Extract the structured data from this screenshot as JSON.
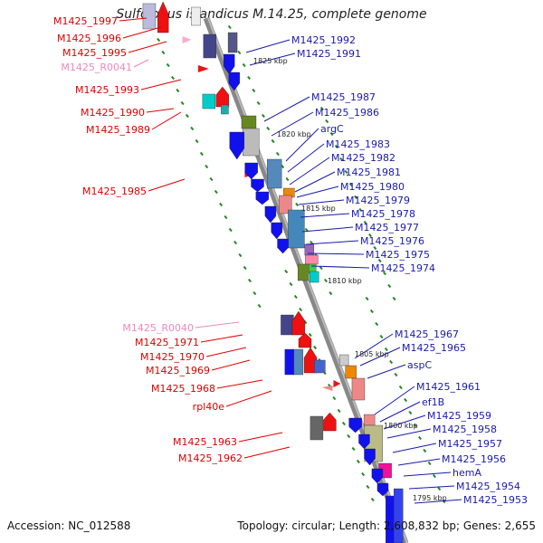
{
  "title": "Sulfolobus islandicus M.14.25, complete genome",
  "footer": {
    "accession": "Accession: NC_012588",
    "topology": "Topology: circular; Length: 2,608,832 bp; Genes: 2,655"
  },
  "scale_labels": [
    "1825 kbp",
    "1820 kbp",
    "1815 kbp",
    "1810 kbp",
    "1805 kbp",
    "1800 kbp",
    "1795 kbp"
  ],
  "left_labels": [
    {
      "text": "M1425_1997",
      "kind": "cds"
    },
    {
      "text": "M1425_1996",
      "kind": "cds"
    },
    {
      "text": "M1425_1995",
      "kind": "cds"
    },
    {
      "text": "M1425_R0041",
      "kind": "rna"
    },
    {
      "text": "M1425_1993",
      "kind": "cds"
    },
    {
      "text": "M1425_1990",
      "kind": "cds"
    },
    {
      "text": "M1425_1989",
      "kind": "cds"
    },
    {
      "text": "M1425_1985",
      "kind": "cds"
    },
    {
      "text": "M1425_R0040",
      "kind": "rna"
    },
    {
      "text": "M1425_1971",
      "kind": "cds"
    },
    {
      "text": "M1425_1970",
      "kind": "cds"
    },
    {
      "text": "M1425_1969",
      "kind": "cds"
    },
    {
      "text": "M1425_1968",
      "kind": "cds"
    },
    {
      "text": "rpl40e",
      "kind": "cds"
    },
    {
      "text": "M1425_1963",
      "kind": "cds"
    },
    {
      "text": "M1425_1962",
      "kind": "cds"
    }
  ],
  "right_labels": [
    "M1425_1992",
    "M1425_1991",
    "M1425_1987",
    "M1425_1986",
    "argC",
    "M1425_1983",
    "M1425_1982",
    "M1425_1981",
    "M1425_1980",
    "M1425_1979",
    "M1425_1978",
    "M1425_1977",
    "M1425_1976",
    "M1425_1975",
    "M1425_1974",
    "M1425_1967",
    "M1425_1965",
    "aspC",
    "M1425_1961",
    "ef1B",
    "M1425_1959",
    "M1425_1958",
    "M1425_1957",
    "M1425_1956",
    "hemA",
    "M1425_1954",
    "M1425_1953"
  ],
  "colors": {
    "cds_left_label": "#dd0000",
    "rna_label": "#ee88bb",
    "right_label": "#1a1aaa",
    "forward_feature": "#1111ee",
    "reverse_feature": "#ee1111",
    "backbone": "#888888",
    "tick": "#228822"
  }
}
